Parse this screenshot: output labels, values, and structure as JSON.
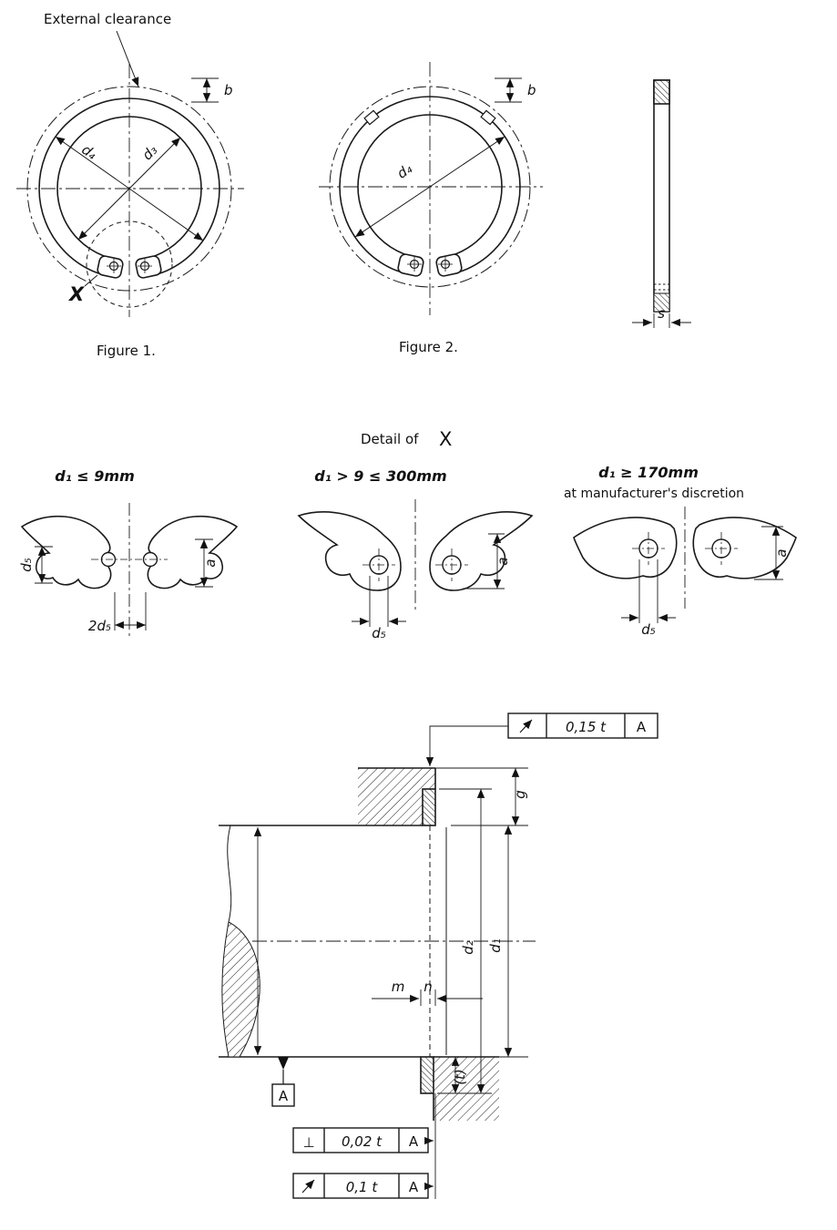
{
  "colors": {
    "line": "#1a1a1a",
    "background": "#ffffff"
  },
  "top_figures": {
    "external_clearance": "External clearance",
    "fig1": {
      "caption": "Figure 1.",
      "d4": "d₄",
      "d3": "d₃",
      "b": "b",
      "x_marker": "X"
    },
    "fig2": {
      "caption": "Figure 2.",
      "d4": "d₄",
      "b": "b"
    },
    "side_view": {
      "s": "s"
    }
  },
  "detail_section": {
    "heading": "Detail of",
    "heading_x": "X",
    "v1": {
      "title": "d₁ ≤ 9mm",
      "d5": "d₅",
      "two_d5": "2d₅",
      "a": "a"
    },
    "v2": {
      "title": "d₁ > 9 ≤ 300mm",
      "d5": "d₅",
      "a": "a"
    },
    "v3": {
      "title": "d₁ ≥ 170mm",
      "subtitle": "at manufacturer's discretion",
      "d5": "d₅",
      "a": "a"
    }
  },
  "assembly": {
    "tolerance_frames": [
      {
        "symbol": "circular-runout",
        "value": "0,15 t",
        "datum": "A"
      },
      {
        "symbol": "perpendicularity",
        "glyph": "⊥",
        "value": "0,02 t",
        "datum": "A"
      },
      {
        "symbol": "circular-runout",
        "value": "0,1 t",
        "datum": "A"
      }
    ],
    "dimensions": {
      "g": "g",
      "d2": "d₂",
      "d1": "d₁",
      "m": "m",
      "n": "n",
      "t_ref": "(t)",
      "datum": "A"
    }
  }
}
